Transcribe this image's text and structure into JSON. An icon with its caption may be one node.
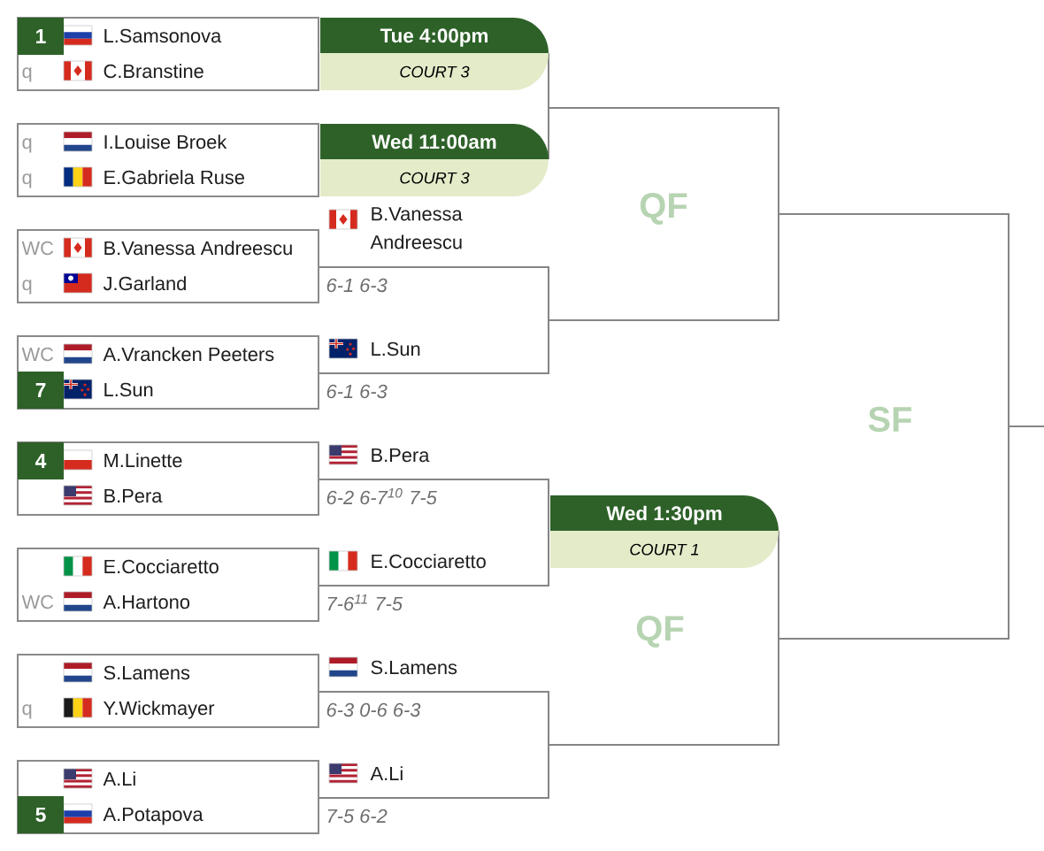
{
  "diagram": {
    "nodes": [
      {
        "text": [
          "L.Samsonova",
          "q",
          "C.Branstine"
        ]
      },
      {
        "text": [
          "1"
        ],
        "in": 0
      },
      {
        "text": [
          "q",
          "I.Louise Broek",
          "q",
          "E.Gabriela Ruse"
        ]
      },
      {
        "text": [
          "WC",
          "B.Vanessa Andreescu",
          "q",
          "J.Garland"
        ]
      },
      {
        "text": [
          "WC",
          "A.Vrancken Peeters",
          "L.Sun"
        ]
      },
      {
        "text": [
          "7"
        ],
        "in": 4
      },
      {
        "text": [
          "M.Linette",
          "B.Pera"
        ]
      },
      {
        "text": [
          "4"
        ],
        "in": 6
      },
      {
        "text": [
          "E.Cocciaretto",
          "WC",
          "A.Hartono"
        ]
      },
      {
        "text": [
          "S.Lamens",
          "q",
          "Y.Wickmayer"
        ]
      },
      {
        "text": [
          "A.Li",
          "A.Potapova"
        ]
      },
      {
        "text": [
          "5"
        ],
        "in": 10
      },
      {
        "text": [
          "Tue 4:00pm",
          "COURT 3"
        ]
      },
      {
        "text": [
          "Wed 11:00am",
          "COURT 3"
        ]
      },
      {
        "text": [
          "Wed 1:30pm",
          "COURT 1"
        ]
      }
    ],
    "labels": [
      "B.Vanessa Andreescu",
      "6-1 6-3",
      "L.Sun",
      "6-1 6-3",
      "B.Pera",
      "6-2 6-7$^{10}$ 7-5",
      "E.Cocciaretto",
      "7-6$^{11}$ 7-5",
      "S.Lamens",
      "6-3 0-6 6-3",
      "A.Li",
      "7-5 6-2",
      "QF",
      "SF",
      "QF"
    ]
  }
}
